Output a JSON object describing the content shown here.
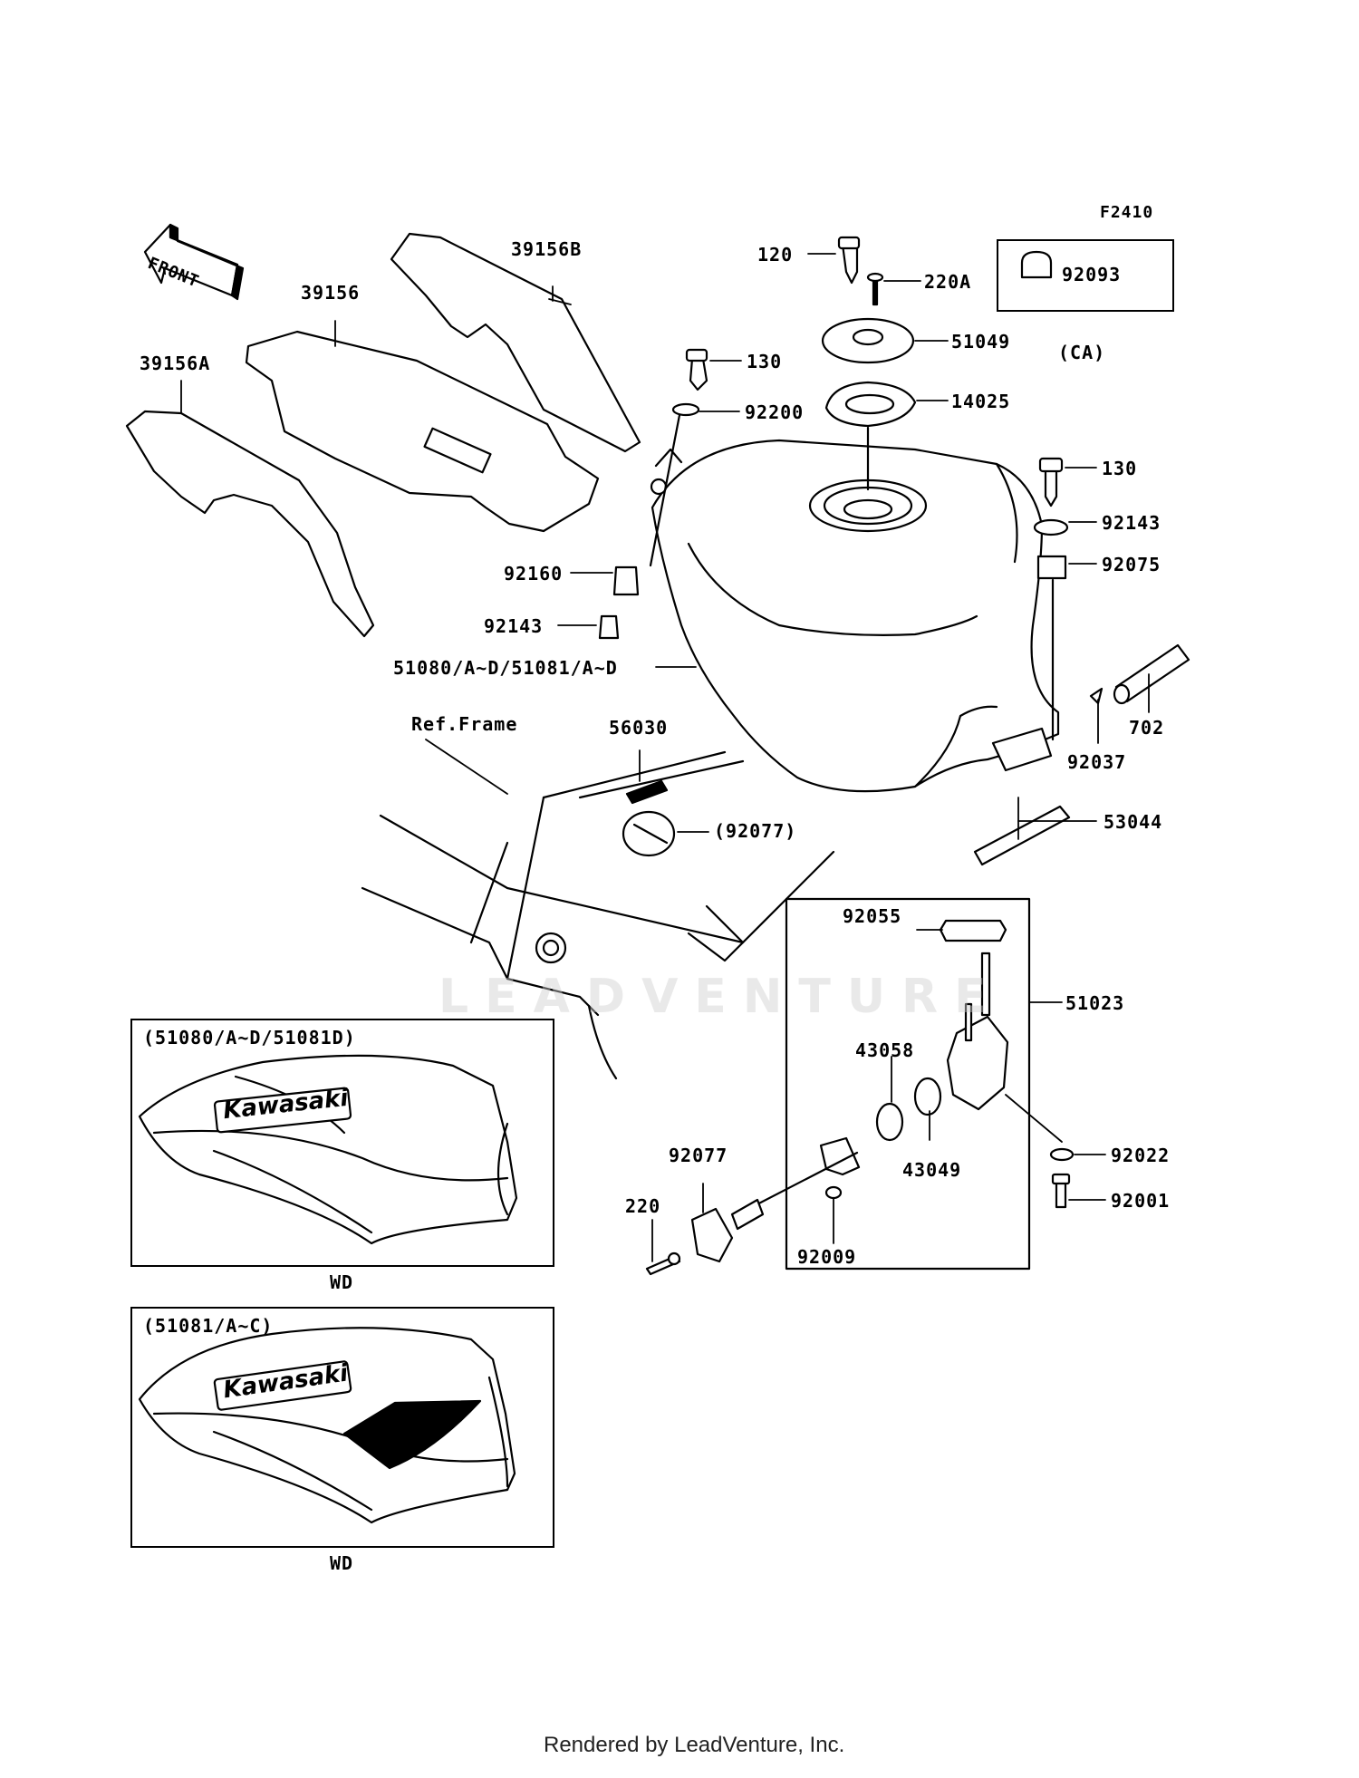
{
  "diagram_id": "F2410",
  "front_arrow_label": "FRONT",
  "watermark": "LEADVENTURE",
  "ref_frame": "Ref.Frame",
  "inset_1": {
    "title": "(51080/A~D/51081D)",
    "caption": "WD",
    "logo": "Kawasaki"
  },
  "inset_2": {
    "title": "(51081/A~C)",
    "caption": "WD",
    "logo": "Kawasaki"
  },
  "ca_box": {
    "part": "92093",
    "caption": "(CA)"
  },
  "callouts": {
    "p120": "120",
    "p220A": "220A",
    "p51049": "51049",
    "p130_a": "130",
    "p92200": "92200",
    "p14025": "14025",
    "p130_b": "130",
    "p92143_a": "92143",
    "p92075": "92075",
    "p92160": "92160",
    "p92143_b": "92143",
    "p51080": "51080/A~D/51081/A~D",
    "p702": "702",
    "p92037": "92037",
    "p53044": "53044",
    "p56030": "56030",
    "p92077_ref": "(92077)",
    "p39156B": "39156B",
    "p39156": "39156",
    "p39156A": "39156A",
    "p92055": "92055",
    "p51023": "51023",
    "p43058": "43058",
    "p43049": "43049",
    "p92022": "92022",
    "p92001": "92001",
    "p92077": "92077",
    "p220": "220",
    "p92009": "92009"
  },
  "footer": "Rendered by LeadVenture, Inc."
}
